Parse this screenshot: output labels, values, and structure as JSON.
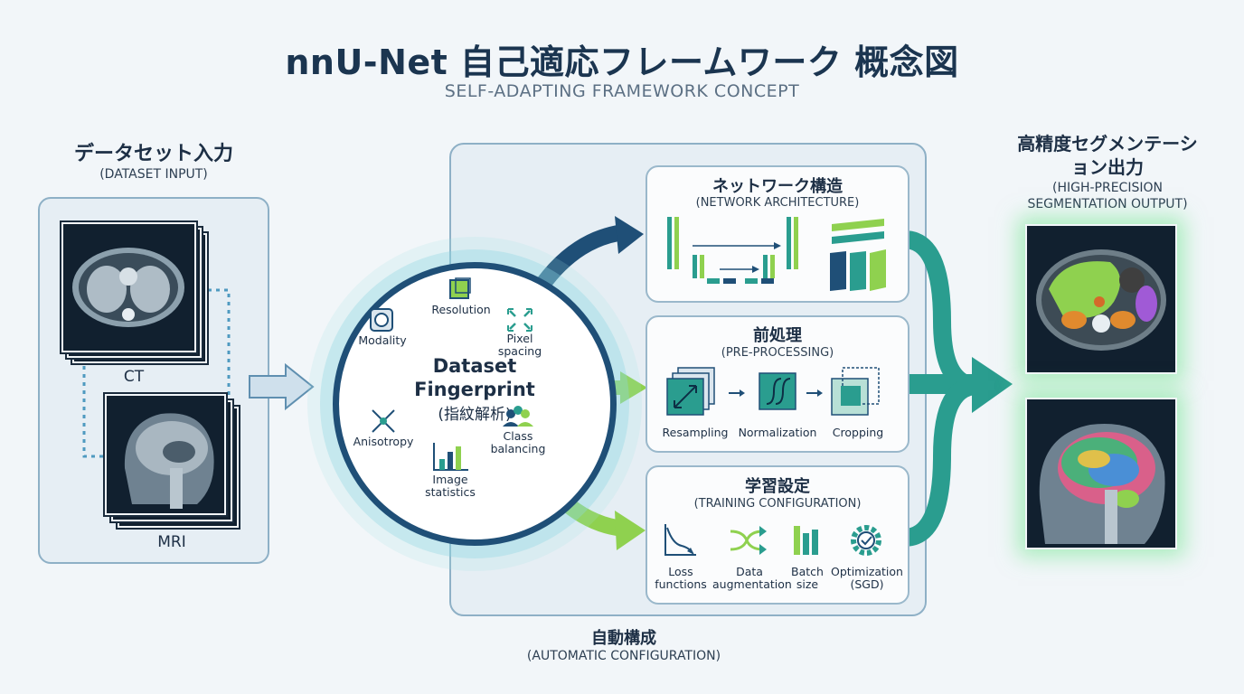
{
  "title": "nnU-Net 自己適応フレームワーク 概念図",
  "subtitle": "SELF-ADAPTING FRAMEWORK CONCEPT",
  "input": {
    "title_jp": "データセット入力",
    "title_en": "(DATASET INPUT)",
    "ct_label": "CT",
    "mri_label": "MRI"
  },
  "fingerprint": {
    "title_line1": "Dataset",
    "title_line2": "Fingerprint",
    "subtitle": "(指紋解析)",
    "items": {
      "resolution": "Resolution",
      "modality": "Modality",
      "pixel_line1": "Pixel",
      "pixel_line2": "spacing",
      "anisotropy": "Anisotropy",
      "class_line1": "Class",
      "class_line2": "balancing",
      "image_line1": "Image",
      "image_line2": "statistics"
    }
  },
  "network": {
    "title_jp": "ネットワーク構造",
    "title_en": "(NETWORK ARCHITECTURE)"
  },
  "preprocessing": {
    "title_jp": "前処理",
    "title_en": "(PRE-PROCESSING)",
    "steps": [
      "Resampling",
      "Normalization",
      "Cropping"
    ]
  },
  "training": {
    "title_jp": "学習設定",
    "title_en": "(TRAINING CONFIGURATION)",
    "items": [
      {
        "line1": "Loss",
        "line2": "functions"
      },
      {
        "line1": "Data",
        "line2": "augmentation"
      },
      {
        "line1": "Batch",
        "line2": "size"
      },
      {
        "line1": "Optimization",
        "line2": "(SGD)"
      }
    ]
  },
  "auto_config": {
    "title_jp": "自動構成",
    "title_en": "(AUTOMATIC CONFIGURATION)"
  },
  "output": {
    "title_line1": "高精度セグメンテーシ",
    "title_line2": "ョン出力",
    "en_line1": "(HIGH-PRECISION",
    "en_line2": "SEGMENTATION OUTPUT)"
  },
  "colors": {
    "navy": "#1f4f77",
    "teal": "#2a9d8f",
    "green": "#8fd14f",
    "accent_green": "#6ee68c"
  }
}
